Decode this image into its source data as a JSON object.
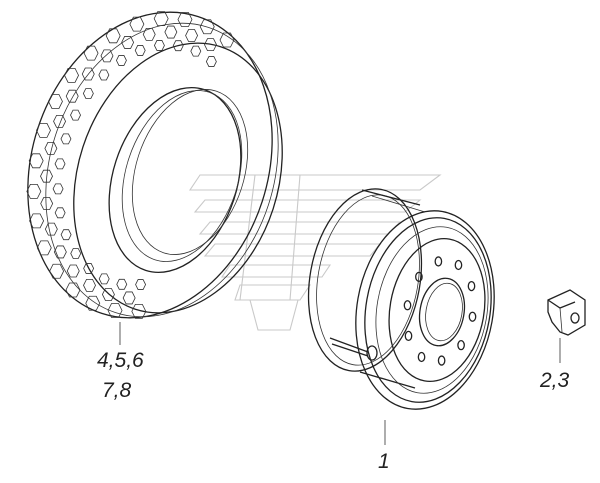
{
  "callouts": {
    "tire_line1": "4,5,6",
    "tire_line2": "7,8",
    "rim": "1",
    "weight": "2,3"
  }
}
